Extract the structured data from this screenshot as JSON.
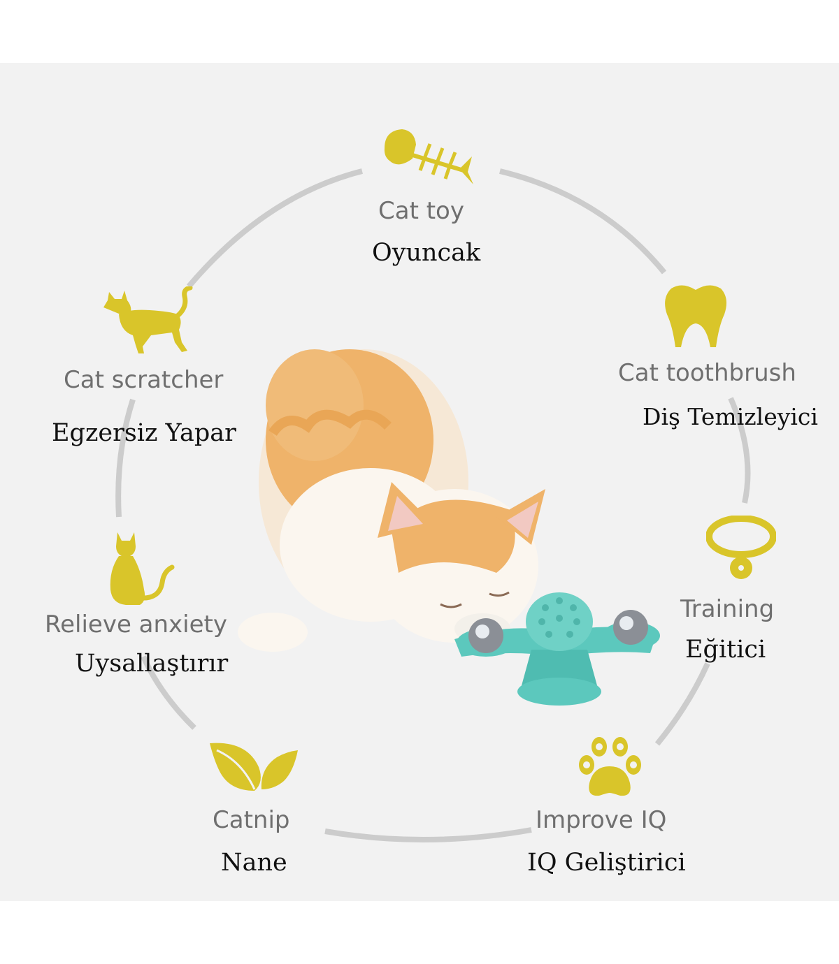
{
  "colors": {
    "icon_yellow": "#d9c52a",
    "ring_gray": "#cccccc",
    "english_text": "#6f6f6f",
    "turkish_text": "#111111",
    "background": "#f2f2f2",
    "toy_teal": "#5cc8bd"
  },
  "features": {
    "cat_toy": {
      "icon": "fish-bone-icon",
      "english": "Cat toy",
      "turkish": "Oyuncak"
    },
    "cat_toothbrush": {
      "icon": "tooth-icon",
      "english": "Cat toothbrush",
      "turkish": "Diş Temizleyici"
    },
    "training": {
      "icon": "collar-icon",
      "english": "Training",
      "turkish": "Eğitici"
    },
    "improve_iq": {
      "icon": "paw-print-icon",
      "english": "Improve IQ",
      "turkish": "IQ Geliştirici"
    },
    "catnip": {
      "icon": "leaves-icon",
      "english": "Catnip",
      "turkish": "Nane"
    },
    "relieve_anxiety": {
      "icon": "sitting-cat-icon",
      "english": "Relieve anxiety",
      "turkish": "Uysallaştırır"
    },
    "cat_scratcher": {
      "icon": "walking-cat-icon",
      "english": "Cat scratcher",
      "turkish": "Egzersiz Yapar"
    }
  }
}
